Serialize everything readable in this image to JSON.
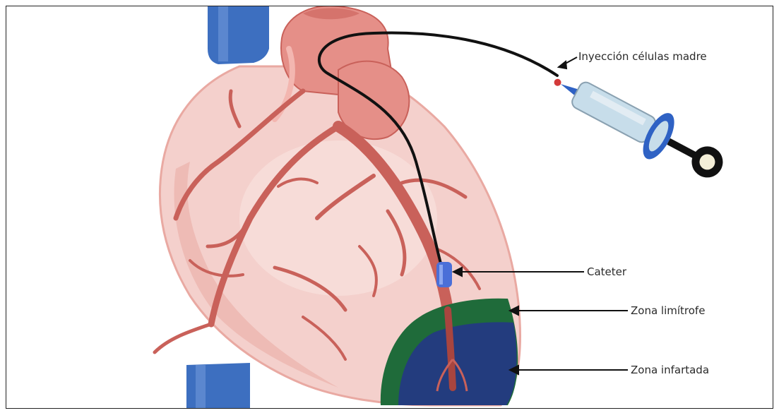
{
  "labels": {
    "injection": "Inyección células madre",
    "catheter": "Cateter",
    "border_zone": "Zona limítrofe",
    "infarct_zone": "Zona infartada"
  },
  "colors": {
    "heart_fill": "#f4d0cc",
    "heart_shadow": "#e9a9a2",
    "vessel": "#c9615a",
    "aorta": "#e58f88",
    "vein_blue": "#3d6fc0",
    "catheter_line": "#111111",
    "catheter_tip": "#4a6fd8",
    "border_zone": "#1f6b3a",
    "infarct_zone": "#233c7e",
    "syringe_body": "#c7ddea",
    "syringe_ring": "#2f62c4",
    "plunger": "#111111"
  }
}
